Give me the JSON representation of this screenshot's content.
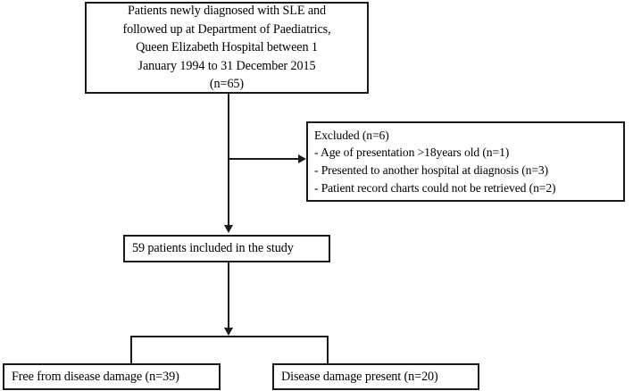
{
  "figure": {
    "type": "flowchart",
    "orientation": "top-to-bottom",
    "background_color": "#ffffff",
    "line_color": "#1a1a1a"
  },
  "nodes": {
    "enrollment": {
      "id": "enrollment-box",
      "lines": [
        "Patients newly diagnosed with SLE and",
        "followed up at Department of Paediatrics,",
        "Queen Elizabeth Hospital between 1",
        "January 1994 to 31 December 2015",
        "(n=65)"
      ],
      "count": 65
    },
    "excluded": {
      "id": "excluded-box",
      "lines": [
        "Excluded (n=6)",
        "- Age of presentation >18years old (n=1)",
        "- Presented to another hospital at diagnosis (n=3)",
        "- Patient record charts could not be retrieved (n=2)"
      ],
      "count": 6,
      "reasons": [
        {
          "label": "Age of presentation >18years old",
          "count": 1
        },
        {
          "label": "Presented to another hospital at diagnosis",
          "count": 3
        },
        {
          "label": "Patient record charts could not be retrieved",
          "count": 2
        }
      ]
    },
    "included": {
      "id": "included-box",
      "lines": [
        "59 patients included in the study"
      ],
      "count": 59
    },
    "no_damage": {
      "id": "no-damage-box",
      "lines": [
        "Free from disease damage (n=39)"
      ],
      "count": 39
    },
    "damage": {
      "id": "damage-box",
      "lines": [
        "Disease damage present (n=20)"
      ],
      "count": 20
    }
  }
}
